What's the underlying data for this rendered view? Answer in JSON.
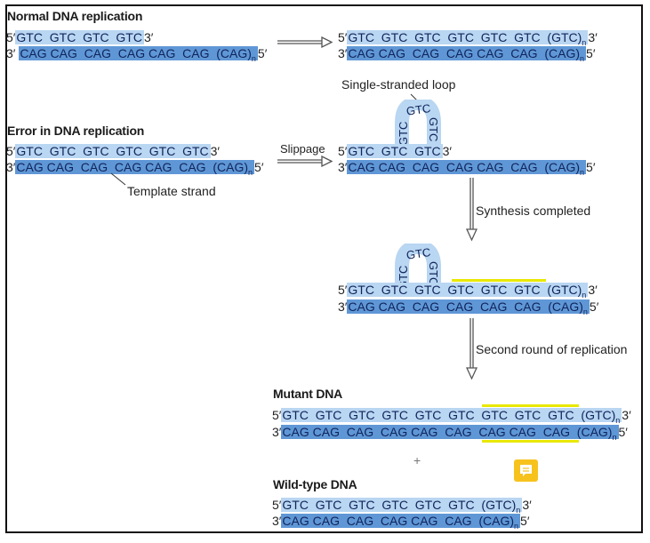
{
  "sections": {
    "normal": "Normal DNA replication",
    "error": "Error in DNA replication",
    "mutant": "Mutant DNA",
    "wildtype": "Wild-type DNA"
  },
  "labels": {
    "single_loop": "Single-stranded loop",
    "template": "Template strand",
    "slippage": "Slippage",
    "synthesis": "Synthesis completed",
    "second_round": "Second round of replication",
    "plus": "+"
  },
  "ends": {
    "five": "5′",
    "three": "3′"
  },
  "sequences": {
    "normal_top": "GTC  GTC  GTC  GTC",
    "normal_bottom": "CAG CAG  CAG  CAG CAG  CAG  (CAG)",
    "normal_result_top": "GTC  GTC  GTC  GTC  GTC  GTC  (GTC)",
    "normal_result_bottom": "CAG CAG  CAG  CAG CAG  CAG  (CAG)",
    "error_top": "GTC  GTC  GTC  GTC  GTC  GTC",
    "error_bottom": "CAG CAG  CAG  CAG CAG  CAG  (CAG)",
    "slip_top": "GTC  GTC  GTC",
    "slip_bottom": "CAG CAG  CAG  CAG CAG  CAG  (CAG)",
    "synth_top": "GTC  GTC  GTC  GTC  GTC  GTC  (GTC)",
    "synth_bottom": "CAG CAG  CAG  CAG  CAG  CAG  (CAG)",
    "mutant_top": "GTC  GTC  GTC  GTC  GTC  GTC  GTC  GTC  GTC  (GTC)",
    "mutant_bottom": "CAG CAG  CAG  CAG CAG  CAG  CAG CAG  CAG  (CAG)",
    "wild_top": "GTC  GTC  GTC  GTC  GTC  GTC  (GTC)",
    "wild_bottom": "CAG CAG  CAG  CAG CAG  CAG  (CAG)",
    "loop_codon": "GTC",
    "subscript": "n"
  },
  "colors": {
    "light_strand": "#b9d6f2",
    "dark_strand": "#5f97d6",
    "highlight": "#e8e800",
    "note": "#f7c21c"
  }
}
